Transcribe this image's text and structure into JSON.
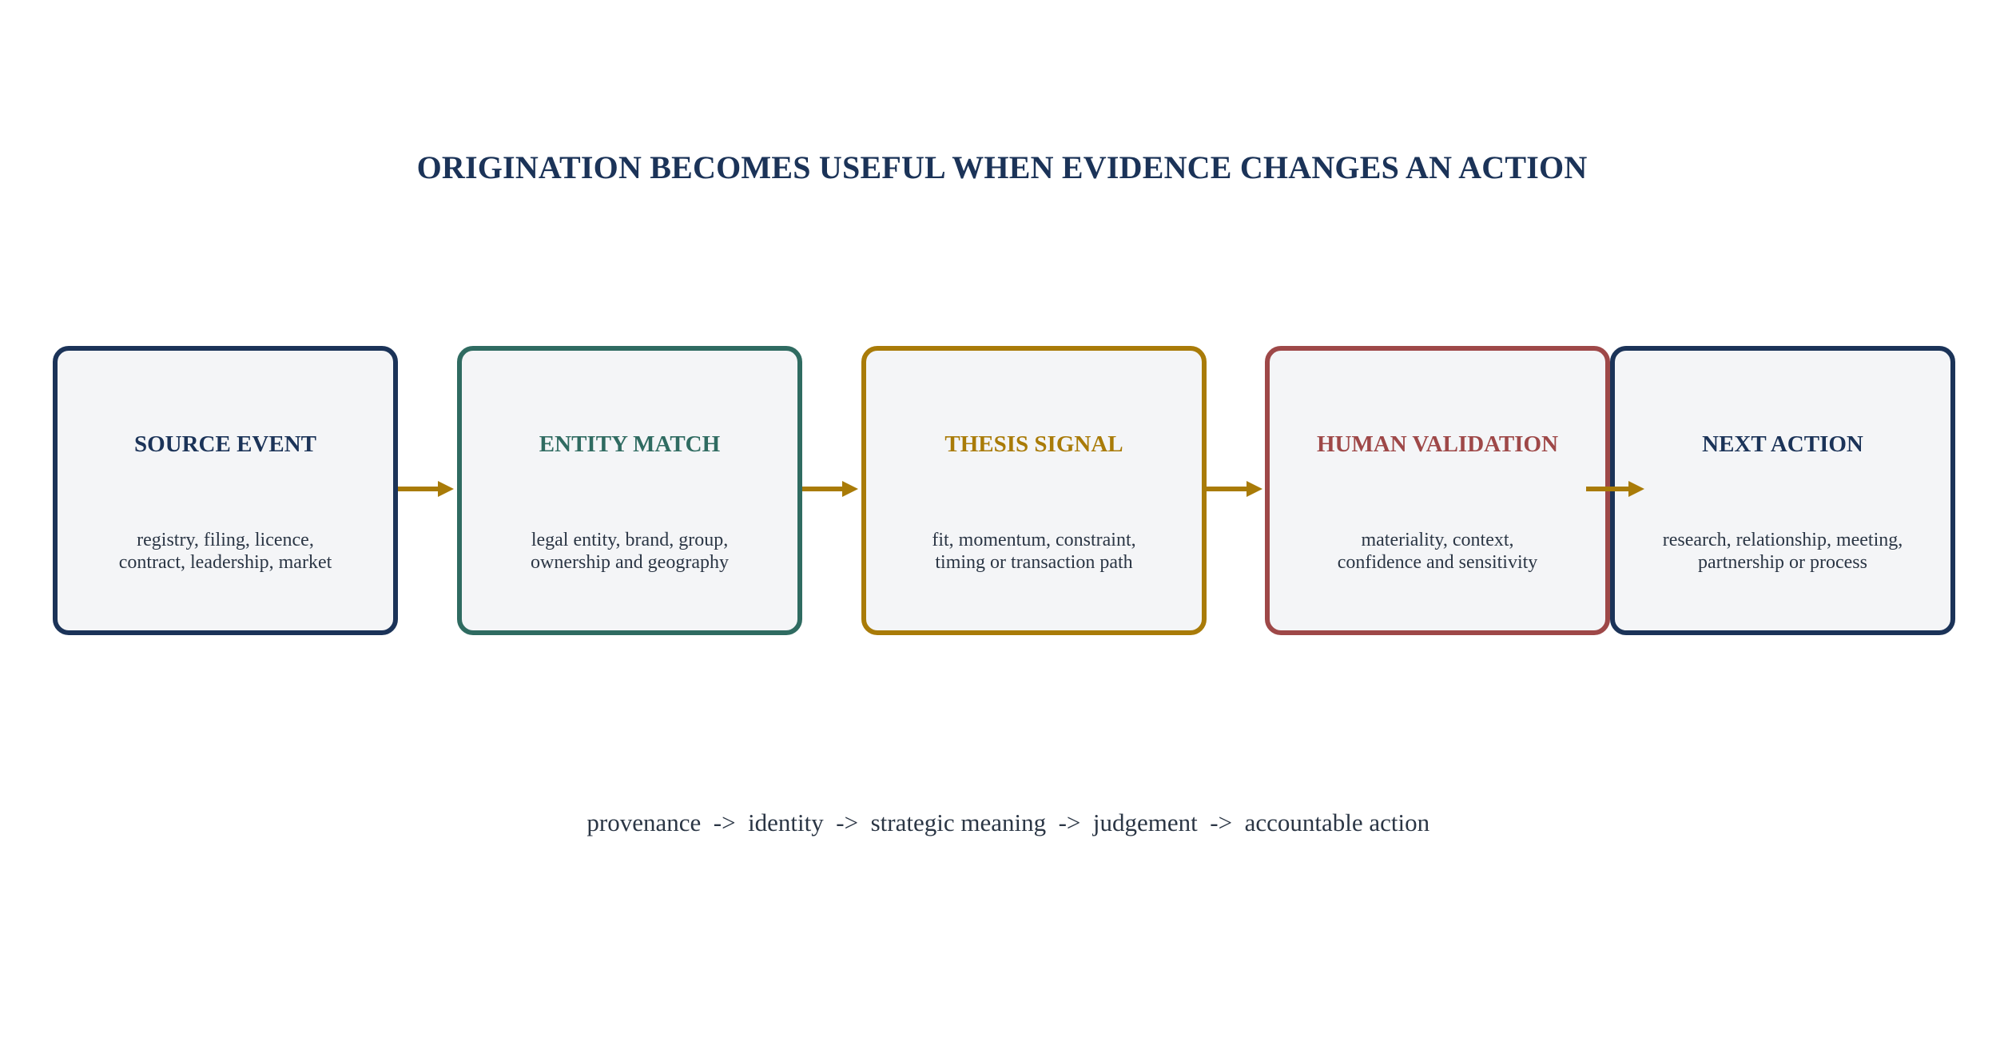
{
  "title": "ORIGINATION BECOMES USEFUL WHEN EVIDENCE CHANGES AN ACTION",
  "colors": {
    "navy": "#1b3358",
    "teal": "#2f6b61",
    "gold": "#a97b08",
    "red": "#9e4848",
    "box_fill": "#f4f5f7",
    "arrow": "#a97b08"
  },
  "stages": [
    {
      "title": "SOURCE EVENT",
      "desc_line1": "registry, filing, licence,",
      "desc_line2": "contract, leadership, market",
      "color": "#1b3358"
    },
    {
      "title": "ENTITY MATCH",
      "desc_line1": "legal entity, brand, group,",
      "desc_line2": "ownership and geography",
      "color": "#2f6b61"
    },
    {
      "title": "THESIS SIGNAL",
      "desc_line1": "fit, momentum, constraint,",
      "desc_line2": "timing or transaction path",
      "color": "#a97b08"
    },
    {
      "title": "HUMAN VALIDATION",
      "desc_line1": "materiality, context,",
      "desc_line2": "confidence and sensitivity",
      "color": "#9e4848"
    },
    {
      "title": "NEXT ACTION",
      "desc_line1": "research, relationship, meeting,",
      "desc_line2": "partnership or process",
      "color": "#1b3358"
    }
  ],
  "footer": {
    "steps": [
      "provenance",
      "identity",
      "strategic meaning",
      "judgement",
      "accountable action"
    ],
    "separator": "->"
  }
}
